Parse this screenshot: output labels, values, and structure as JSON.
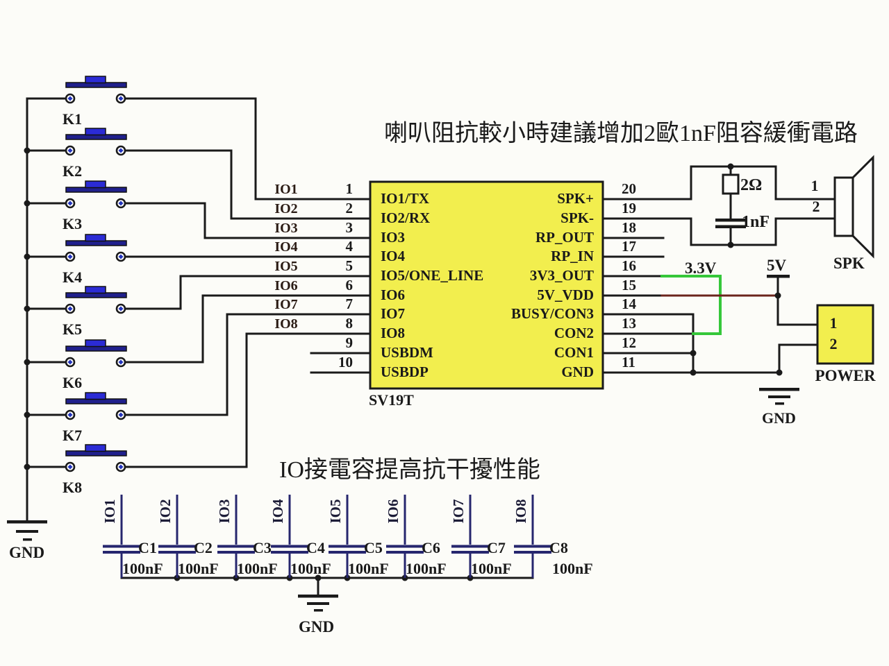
{
  "notes": {
    "snubber_note": "喇叭阻抗較小時建議增加2歐1nF阻容緩衝電路",
    "caps_note": "IO接電容提高抗干擾性能"
  },
  "ic": {
    "name": "SV19T",
    "left_pins": [
      {
        "num": "1",
        "label": "IO1/TX",
        "net": "IO1"
      },
      {
        "num": "2",
        "label": "IO2/RX",
        "net": "IO2"
      },
      {
        "num": "3",
        "label": "IO3",
        "net": "IO3"
      },
      {
        "num": "4",
        "label": "IO4",
        "net": "IO4"
      },
      {
        "num": "5",
        "label": "IO5/ONE_LINE",
        "net": "IO5"
      },
      {
        "num": "6",
        "label": "IO6",
        "net": "IO6"
      },
      {
        "num": "7",
        "label": "IO7",
        "net": "IO7"
      },
      {
        "num": "8",
        "label": "IO8",
        "net": "IO8"
      },
      {
        "num": "9",
        "label": "USBDM",
        "net": ""
      },
      {
        "num": "10",
        "label": "USBDP",
        "net": ""
      }
    ],
    "right_pins": [
      {
        "num": "20",
        "label": "SPK+"
      },
      {
        "num": "19",
        "label": "SPK-"
      },
      {
        "num": "18",
        "label": "RP_OUT"
      },
      {
        "num": "17",
        "label": "RP_IN"
      },
      {
        "num": "16",
        "label": "3V3_OUT"
      },
      {
        "num": "15",
        "label": "5V_VDD"
      },
      {
        "num": "14",
        "label": "BUSY/CON3"
      },
      {
        "num": "13",
        "label": "CON2"
      },
      {
        "num": "12",
        "label": "CON1"
      },
      {
        "num": "11",
        "label": "GND"
      }
    ]
  },
  "buttons": [
    {
      "label": "K1"
    },
    {
      "label": "K2"
    },
    {
      "label": "K3"
    },
    {
      "label": "K4"
    },
    {
      "label": "K5"
    },
    {
      "label": "K6"
    },
    {
      "label": "K7"
    },
    {
      "label": "K8"
    }
  ],
  "bypass_caps": [
    {
      "net": "IO1",
      "name": "C1",
      "value": "100nF"
    },
    {
      "net": "IO2",
      "name": "C2",
      "value": "100nF"
    },
    {
      "net": "IO3",
      "name": "C3",
      "value": "100nF"
    },
    {
      "net": "IO4",
      "name": "C4",
      "value": "100nF"
    },
    {
      "net": "IO5",
      "name": "C5",
      "value": "100nF"
    },
    {
      "net": "IO6",
      "name": "C6",
      "value": "100nF"
    },
    {
      "net": "IO7",
      "name": "C7",
      "value": "100nF"
    },
    {
      "net": "IO8",
      "name": "C8",
      "value": "100nF"
    }
  ],
  "snubber": {
    "resistor": "2Ω",
    "capacitor": "1nF"
  },
  "speaker": {
    "pins": [
      "1",
      "2"
    ],
    "label": "SPK"
  },
  "power_conn": {
    "pins": [
      "1",
      "2"
    ],
    "label": "POWER"
  },
  "rails": {
    "v33": "3.3V",
    "v5": "5V"
  },
  "grounds": {
    "left": "GND",
    "bottom": "GND",
    "right": "GND"
  },
  "colors": {
    "wire": "#1a1a1a",
    "ic_fill": "#f2ee4e",
    "green_wire": "#35c73a",
    "maroon_wire": "#6b241c",
    "cap_navy": "#26266e",
    "button_bar": "#20208c",
    "button_cap": "#2b2bd5"
  }
}
